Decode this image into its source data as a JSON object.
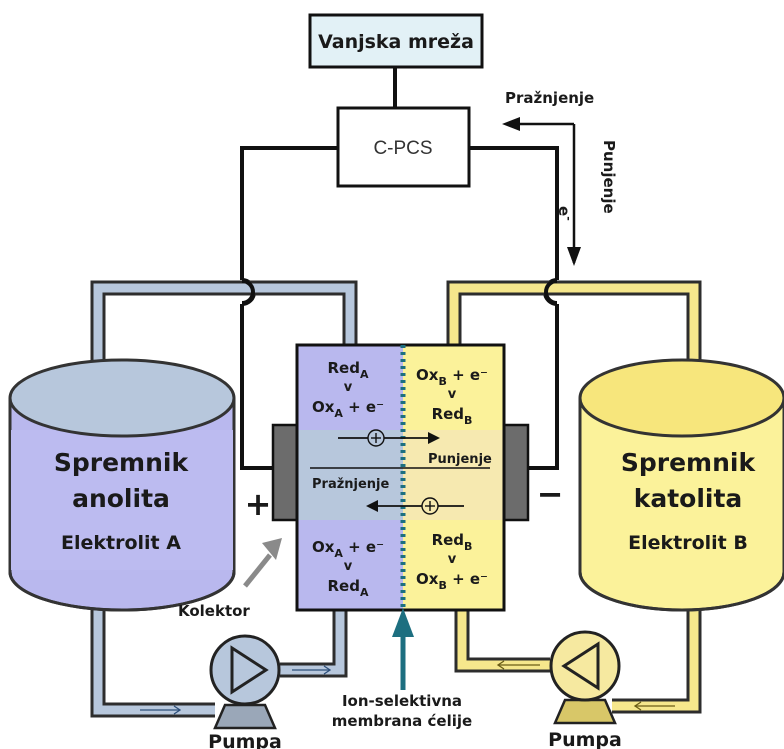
{
  "external_grid": "Vanjska mreža",
  "cpcs": "C-PCS",
  "discharge_top": "Pražnjenje",
  "charge_vertical": "Punjenje",
  "electron_label": "e",
  "electron_sup": "-",
  "anolyte_tank": {
    "line1": "Spremnik",
    "line2": "anolita",
    "line3": "Elektrolit A"
  },
  "catholyte_tank": {
    "line1": "Spremnik",
    "line2": "katolita",
    "line3": "Elektrolit B"
  },
  "plus_sign": "+",
  "minus_sign": "−",
  "collector": "Kolektor",
  "pump_left": "Pumpa",
  "pump_right": "Pumpa",
  "membrane_label": {
    "line1": "Ion-selektivna",
    "line2": "membrana ćelije"
  },
  "cell": {
    "charge_label": "Punjenje",
    "discharge_label": "Pražnjenje",
    "left_top": {
      "a": "Red",
      "a_sub": "A",
      "mid": "v",
      "b": "Ox",
      "b_sub": "A",
      "b_tail": " + e⁻"
    },
    "right_top": {
      "a": "Ox",
      "a_sub": "B",
      "a_tail": " + e⁻",
      "mid": "v",
      "b": "Red",
      "b_sub": "B"
    },
    "left_bottom": {
      "a": "Ox",
      "a_sub": "A",
      "a_tail": " + e⁻",
      "mid": "v",
      "b": "Red",
      "b_sub": "A"
    },
    "right_bottom": {
      "a": "Red",
      "a_sub": "B",
      "mid": "v",
      "b": "Ox",
      "b_sub": "B",
      "b_tail": " + e⁻"
    },
    "ion_symbol": "⊕"
  },
  "colors": {
    "anolyte": "#b9b8ee",
    "anolyte_pipe": "#b7c7dc",
    "catholyte": "#fbf29a",
    "catholyte_pipe": "#f6e78c",
    "membrane": "#1d6f80",
    "electrode": "#6c6c6c",
    "grid_box": "#e2f1f6"
  }
}
